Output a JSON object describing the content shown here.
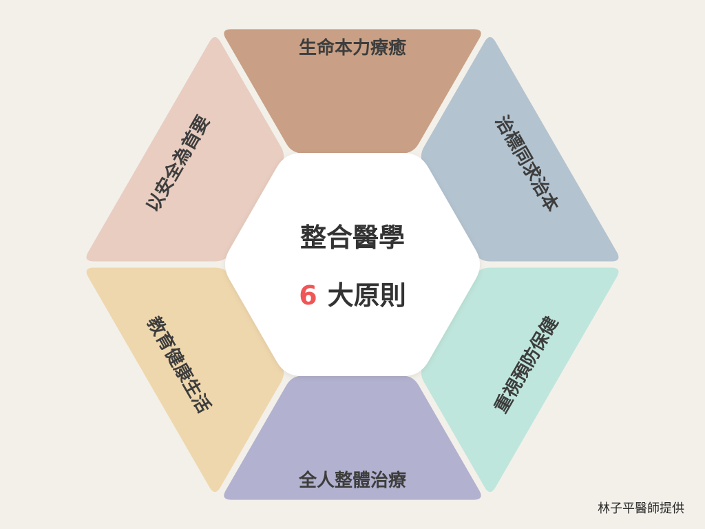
{
  "principles": [
    {
      "id": "top",
      "label": "生命本力療癒",
      "color": "#c9a085"
    },
    {
      "id": "upper-right",
      "label": "治標同求治本",
      "color": "#b3c3cf"
    },
    {
      "id": "lower-right",
      "label": "重視預防保健",
      "color": "#bfe6dc"
    },
    {
      "id": "bottom",
      "label": "全人整體治療",
      "color": "#b2b1cf"
    },
    {
      "id": "lower-left",
      "label": "教育健康生活",
      "color": "#efd7ad"
    },
    {
      "id": "upper-left",
      "label": "以安全為首要",
      "color": "#e8cdc0"
    }
  ],
  "center": {
    "title": "整合醫學",
    "number": "6",
    "subtitle": "大原則",
    "number_color": "#f05656",
    "background": "#ffffff"
  },
  "credit": "林子平醫師提供",
  "background_color": "#f3f0ea"
}
